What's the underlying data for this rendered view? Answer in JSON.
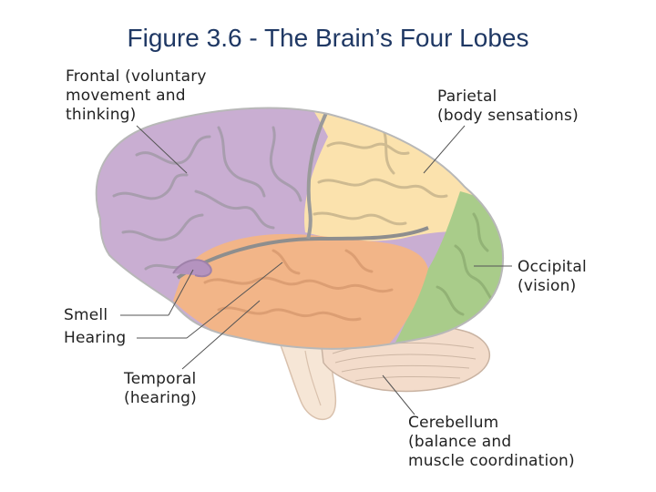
{
  "title": "Figure 3.6 - The Brain’s Four Lobes",
  "colors": {
    "title": "#1f3864",
    "frontal": "#c9aed2",
    "parietal": "#fbe2ad",
    "occipital": "#a9cc8a",
    "temporal": "#f2b588",
    "cerebellum": "#f3dccb",
    "brainstem": "#f6e6d6",
    "sulcus": "#9a9a9a"
  },
  "labels": {
    "frontal": [
      "Frontal (voluntary",
      "movement and",
      "thinking)"
    ],
    "parietal": [
      "Parietal",
      "(body sensations)"
    ],
    "occipital": [
      "Occipital",
      "(vision)"
    ],
    "smell": [
      "Smell"
    ],
    "hearing": [
      "Hearing"
    ],
    "temporal": [
      "Temporal",
      "(hearing)"
    ],
    "cerebellum": [
      "Cerebellum",
      "(balance and",
      "muscle coordination)"
    ]
  }
}
